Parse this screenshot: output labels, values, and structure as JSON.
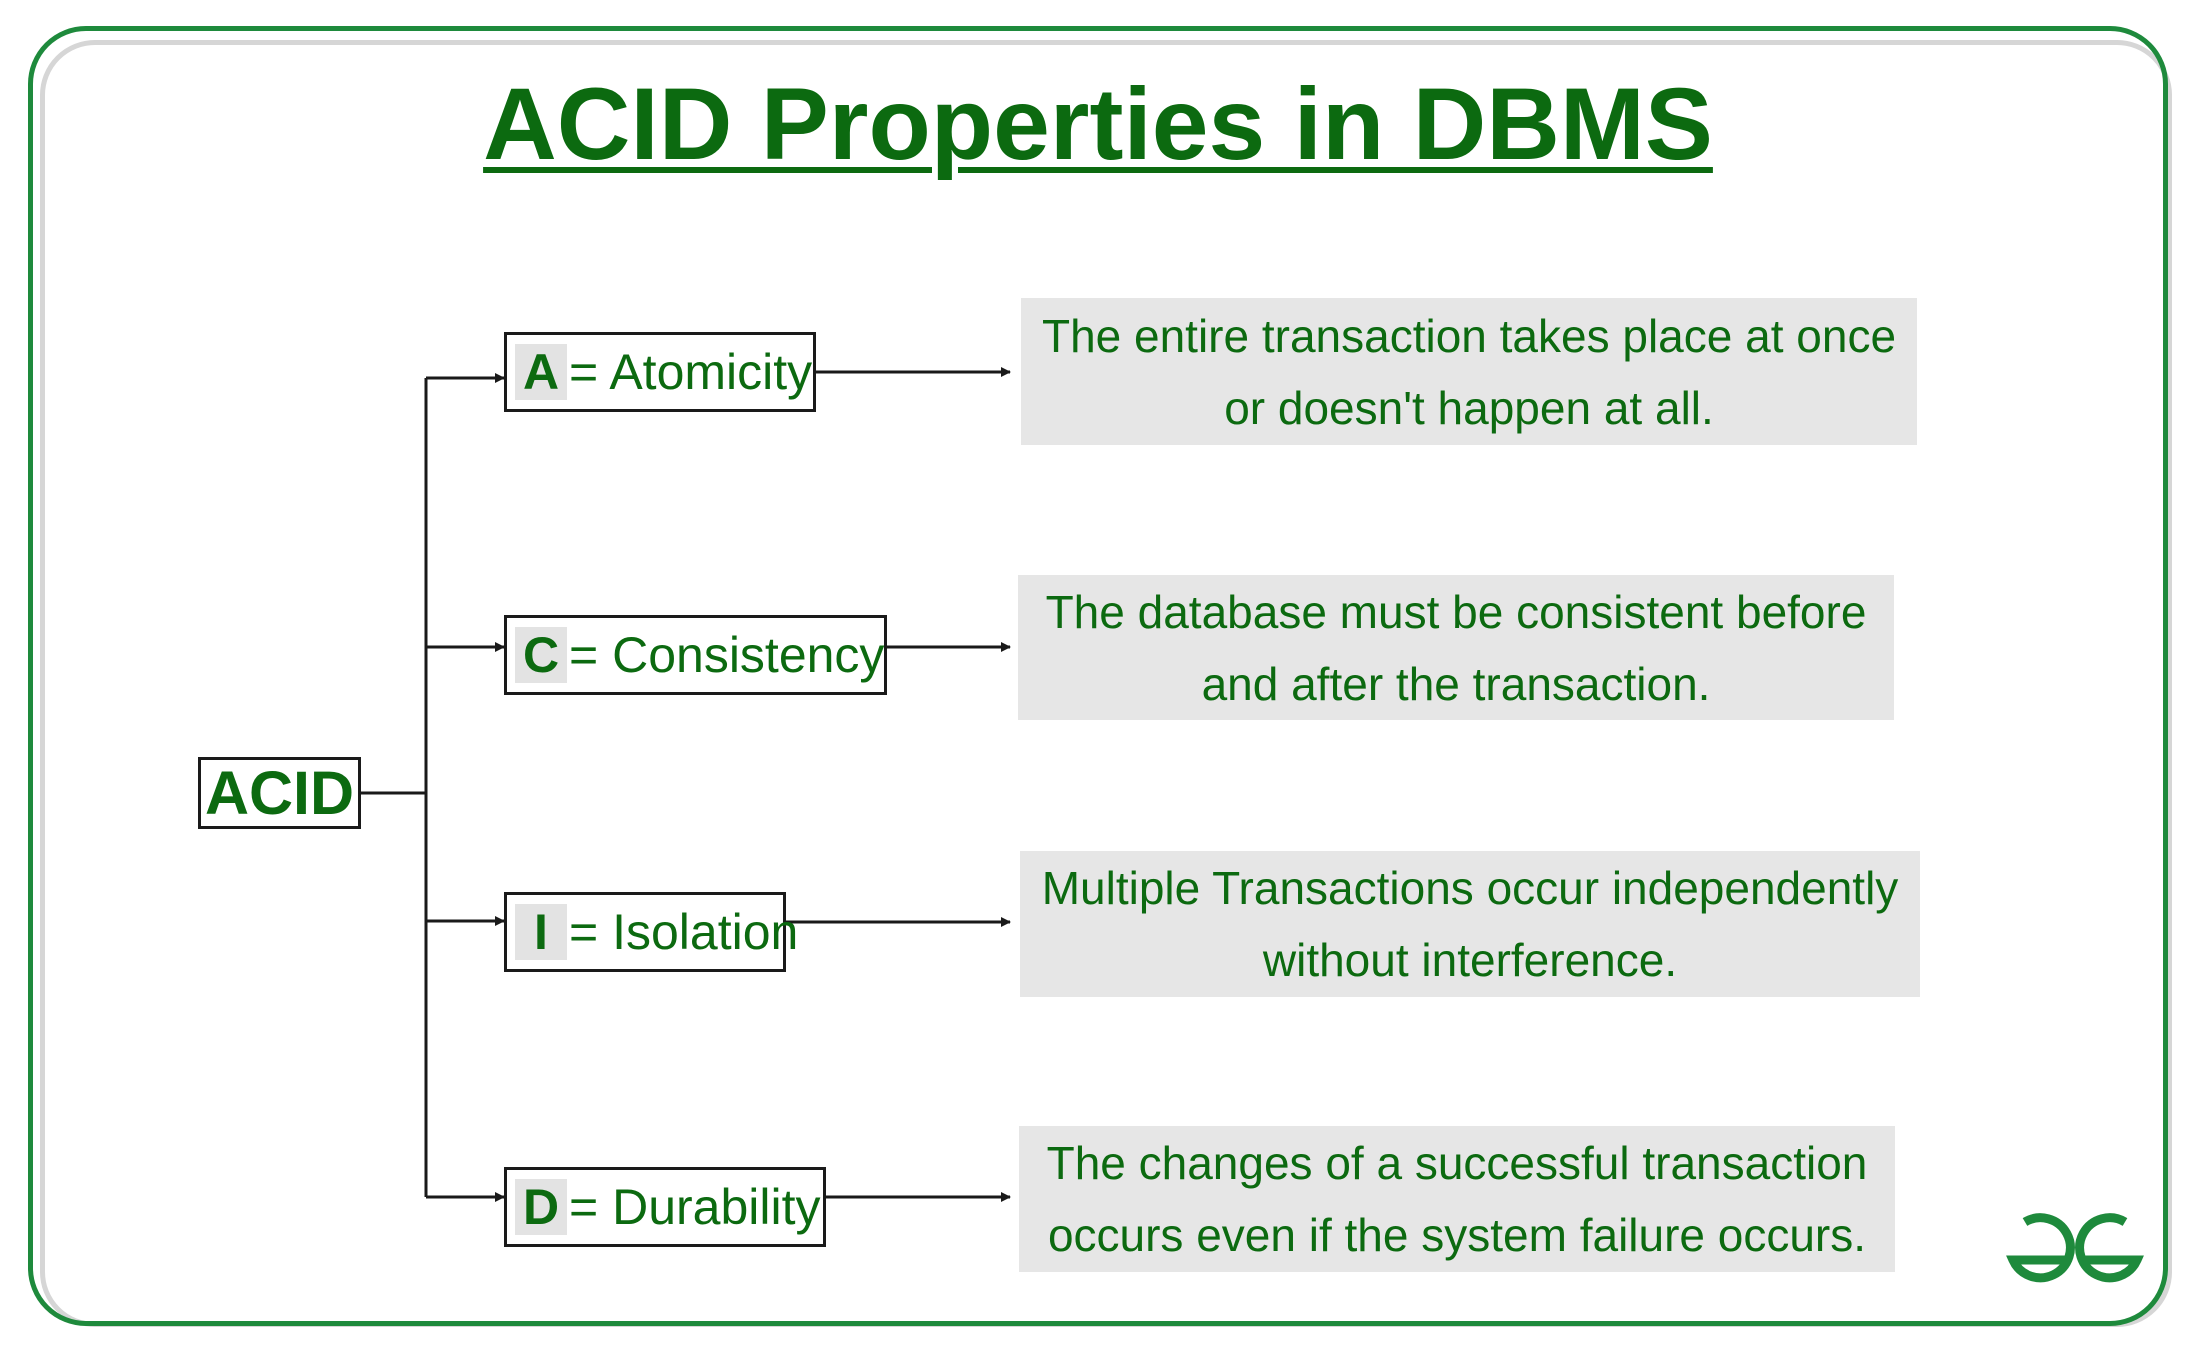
{
  "title": "ACID Properties in DBMS",
  "root_label": "ACID",
  "properties": [
    {
      "letter": "A",
      "name": "= Atomicity",
      "description_line1": "The entire transaction takes place at once",
      "description_line2": "or doesn't happen at all."
    },
    {
      "letter": "C",
      "name": "= Consistency",
      "description_line1": "The database must be consistent before",
      "description_line2": "and after the transaction."
    },
    {
      "letter": "I",
      "name": "= Isolation",
      "description_line1": "Multiple Transactions occur independently",
      "description_line2": "without interference."
    },
    {
      "letter": "D",
      "name": "= Durability",
      "description_line1": "The changes of a successful transaction",
      "description_line2": "occurs even if the system failure occurs."
    }
  ],
  "colors": {
    "text_green": "#0c6a10",
    "frame_green": "#1e8a3c",
    "description_background": "#e6e6e6",
    "connector": "#1a1a1a"
  },
  "icons": {
    "logo": "geeksforgeeks-logo"
  }
}
